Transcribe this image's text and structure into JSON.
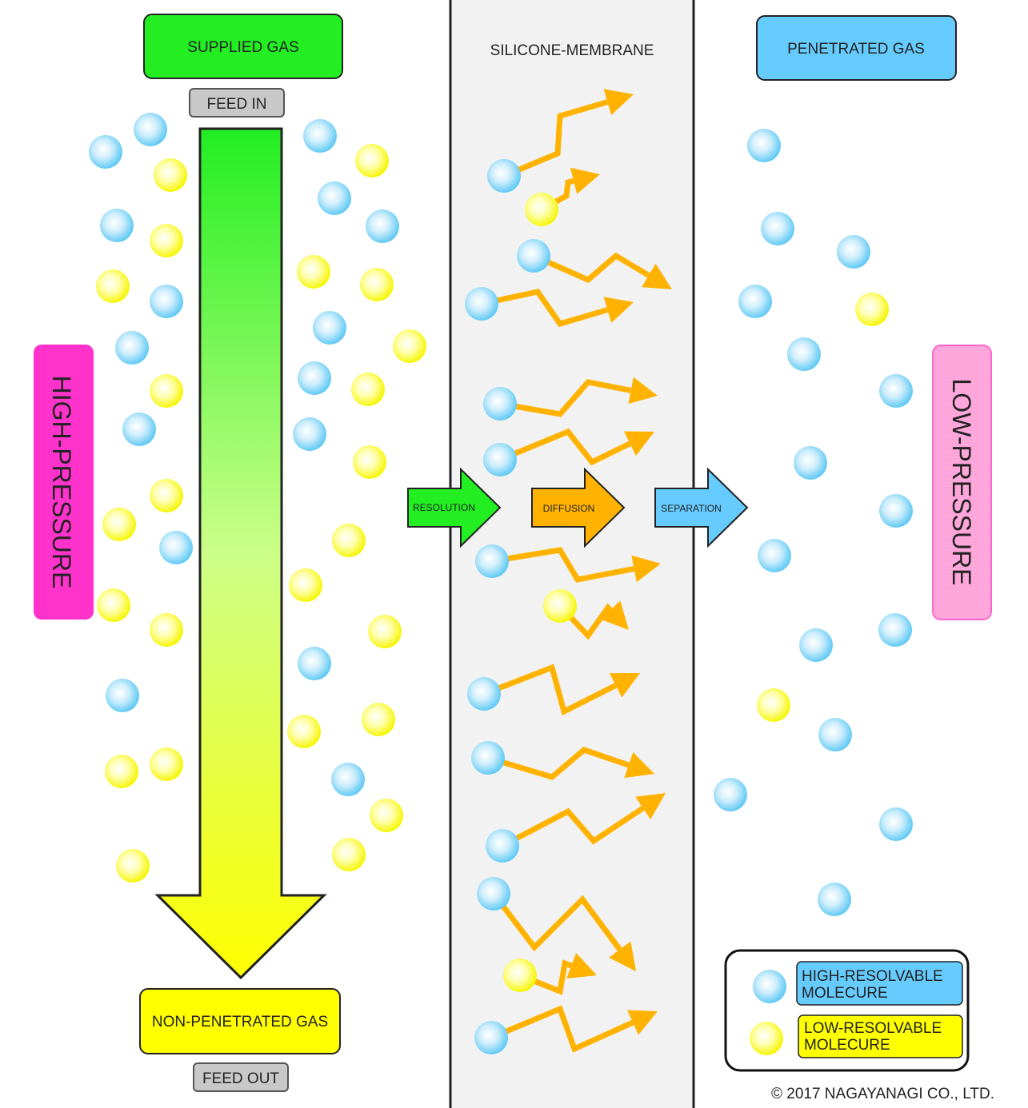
{
  "labels": {
    "supplied_gas": "SUPPLIED GAS",
    "feed_in": "FEED IN",
    "membrane": "SILICONE-MEMBRANE",
    "penetrated_gas": "PENETRATED GAS",
    "high_pressure": "HIGH-PRESSURE",
    "low_pressure": "LOW-PRESSURE",
    "non_penetrated_gas": "NON-PENETRATED GAS",
    "feed_out": "FEED OUT",
    "copyright": "© 2017 NAGAYANAGI CO., LTD."
  },
  "steps": [
    {
      "label": "RESOLUTION",
      "color": "#22ee22"
    },
    {
      "label": "DIFFUSION",
      "color": "#ffb300"
    },
    {
      "label": "SEPARATION",
      "color": "#66ccff"
    }
  ],
  "legend": {
    "high": "HIGH-RESOLVABLE MOLECURE",
    "high_line1": "HIGH-RESOLVABLE",
    "high_line2": "MOLECURE",
    "low": "LOW-RESOLVABLE MOLECURE",
    "low_line1": "LOW-RESOLVABLE",
    "low_line2": "MOLECURE"
  },
  "colors": {
    "supplied_gas": "#22ee22",
    "penetrated_gas": "#66ccff",
    "non_penetrated_gas": "#ffff00",
    "high_pressure": "#ff33cc",
    "low_pressure": "#ffaadd",
    "membrane": "#f2f2f2",
    "path": "#ffb300",
    "blue_molecule": "#5cc8f5",
    "yellow_molecule": "#f5f500",
    "feed_box": "#c8c8c8"
  }
}
